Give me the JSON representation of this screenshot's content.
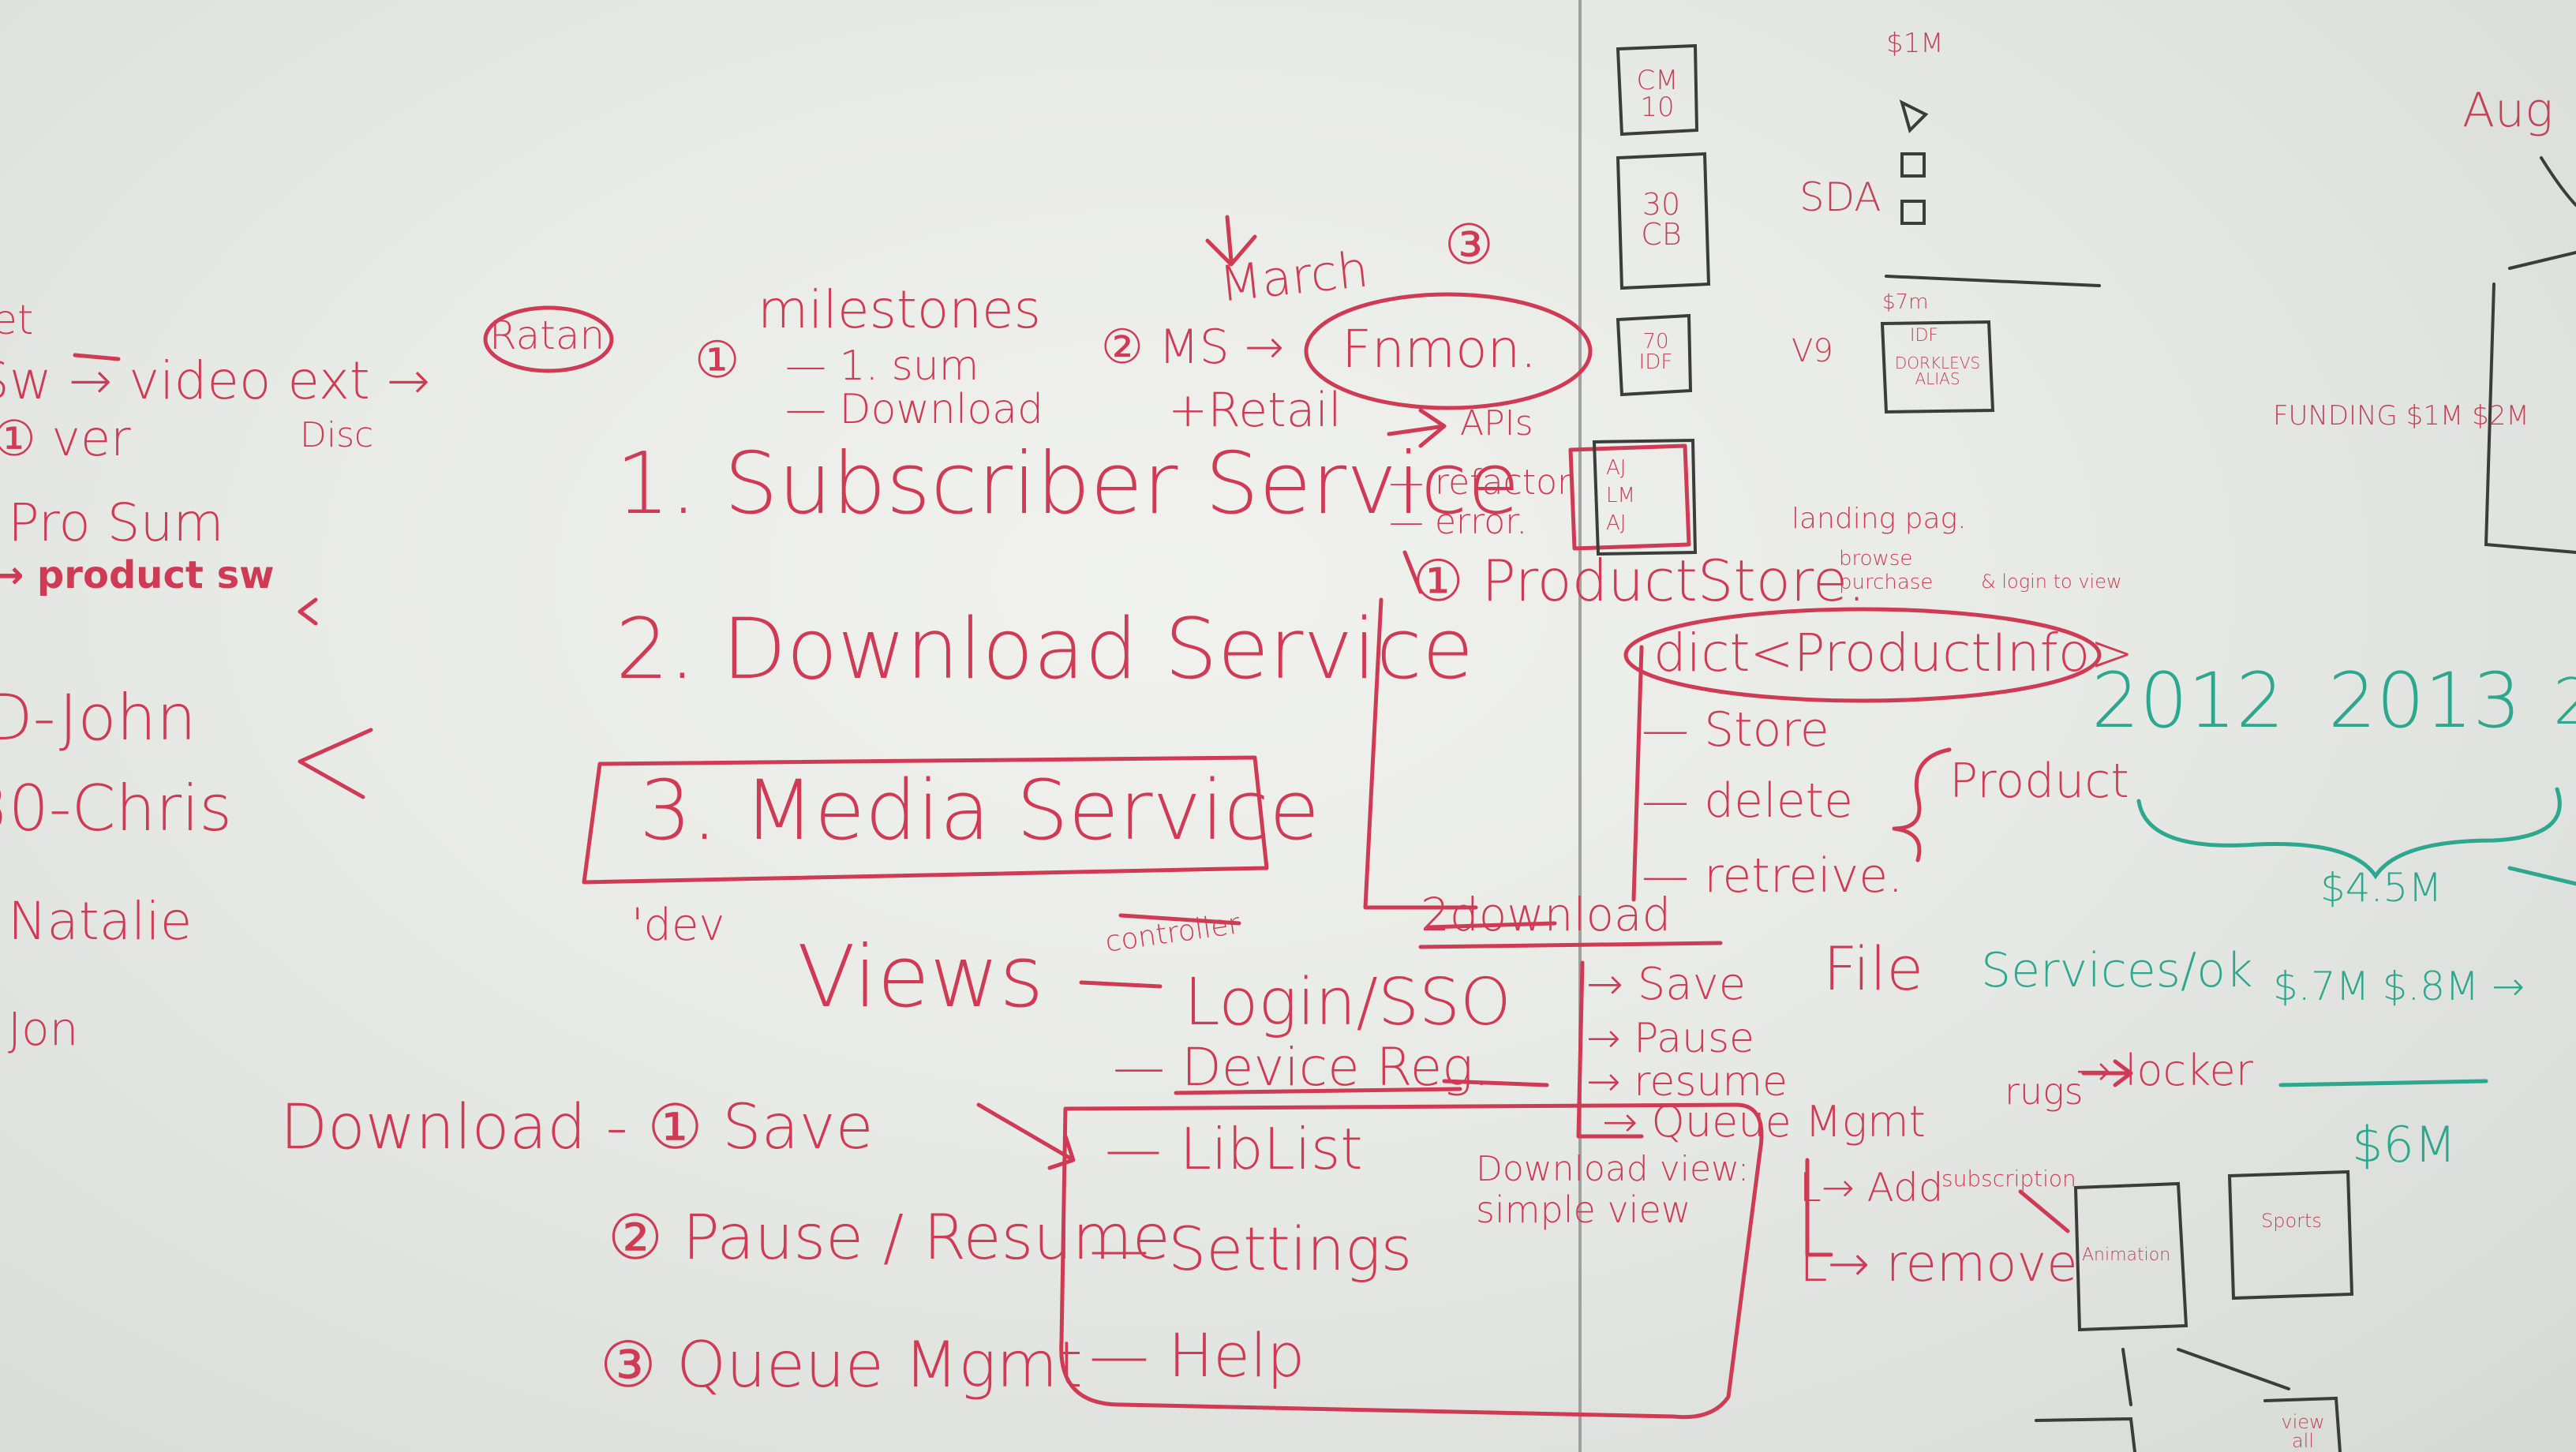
{
  "ink": {
    "red": "#cf3a55",
    "green": "#2da78d",
    "dark": "#3a3d3a"
  },
  "left_margin": {
    "lines": [
      "et",
      "Sw → video ext →",
      "① ver",
      "Disc",
      "Pro Sum",
      "→ product sw",
      "D-John",
      "30-Chris",
      "Natalie",
      "Jon"
    ]
  },
  "top": {
    "ratan": "Ratan",
    "milestones": "milestones",
    "ms1_num": "①",
    "ms1_items": [
      "— 1. sum",
      "— Download"
    ],
    "ms2": "② MS →",
    "march": "March",
    "march_num": "③",
    "fnmon": "Fnmon.",
    "retail": "+Retail",
    "apis": "APIs",
    "refactor": "— refactor",
    "error": "— error."
  },
  "services": [
    {
      "label": "1. Subscriber Service"
    },
    {
      "label": "2. Download Service"
    },
    {
      "label": "3. Media Service"
    }
  ],
  "views": {
    "label": "Views",
    "dev": "'dev",
    "controller": "controller",
    "items": [
      "Login/SSO",
      "— Device Reg.",
      "— LibList",
      "— Settings",
      "— Help"
    ],
    "download_view": "Download view:",
    "simple_view": "simple view"
  },
  "download_list": {
    "label": "Download - ① Save",
    "items": [
      "② Pause / Resume",
      "③ Queue Mgmt"
    ]
  },
  "product_store": {
    "title": "① ProductStore.",
    "dict": "dict<ProductInfo>",
    "items": [
      "— Store",
      "— delete",
      "— retreive."
    ],
    "product_label": "Product",
    "download": "2download",
    "file": "File",
    "file_ops": [
      "→ Save",
      "→ Pause",
      "→ resume",
      "→ Queue Mgmt"
    ],
    "queue_ops": [
      "L→ Add",
      "L→ remove"
    ],
    "subscription": "subscription",
    "rugs": "rugs",
    "locker": "→ locker"
  },
  "landing": {
    "label": "landing pag.",
    "browse": "browse",
    "purchase": "purchase",
    "login": "& login to view"
  },
  "right_column": {
    "boxes": [
      "CM 10",
      "30 CB",
      "70 IDF"
    ],
    "stack_boxes": [
      "AJ",
      "LM",
      "AJ"
    ],
    "sda": "SDA",
    "v9": "V9",
    "s1m": "$1M",
    "s7m": "$7m",
    "idf_box": "IDF",
    "dev_box": "DORKLEVS ALIAS"
  },
  "timeline": {
    "years": [
      "2012",
      "2013",
      "2"
    ],
    "brace_amount": "$4.5M",
    "services_ok": "Services/ok",
    "services_amount": "$.7M  $.8M →",
    "six_m": "$6M",
    "funding": "FUNDING $1M  $2M",
    "aug": "Aug"
  },
  "wireframes": {
    "animation": "Animation",
    "sports": "Sports",
    "view_all": "view all"
  }
}
